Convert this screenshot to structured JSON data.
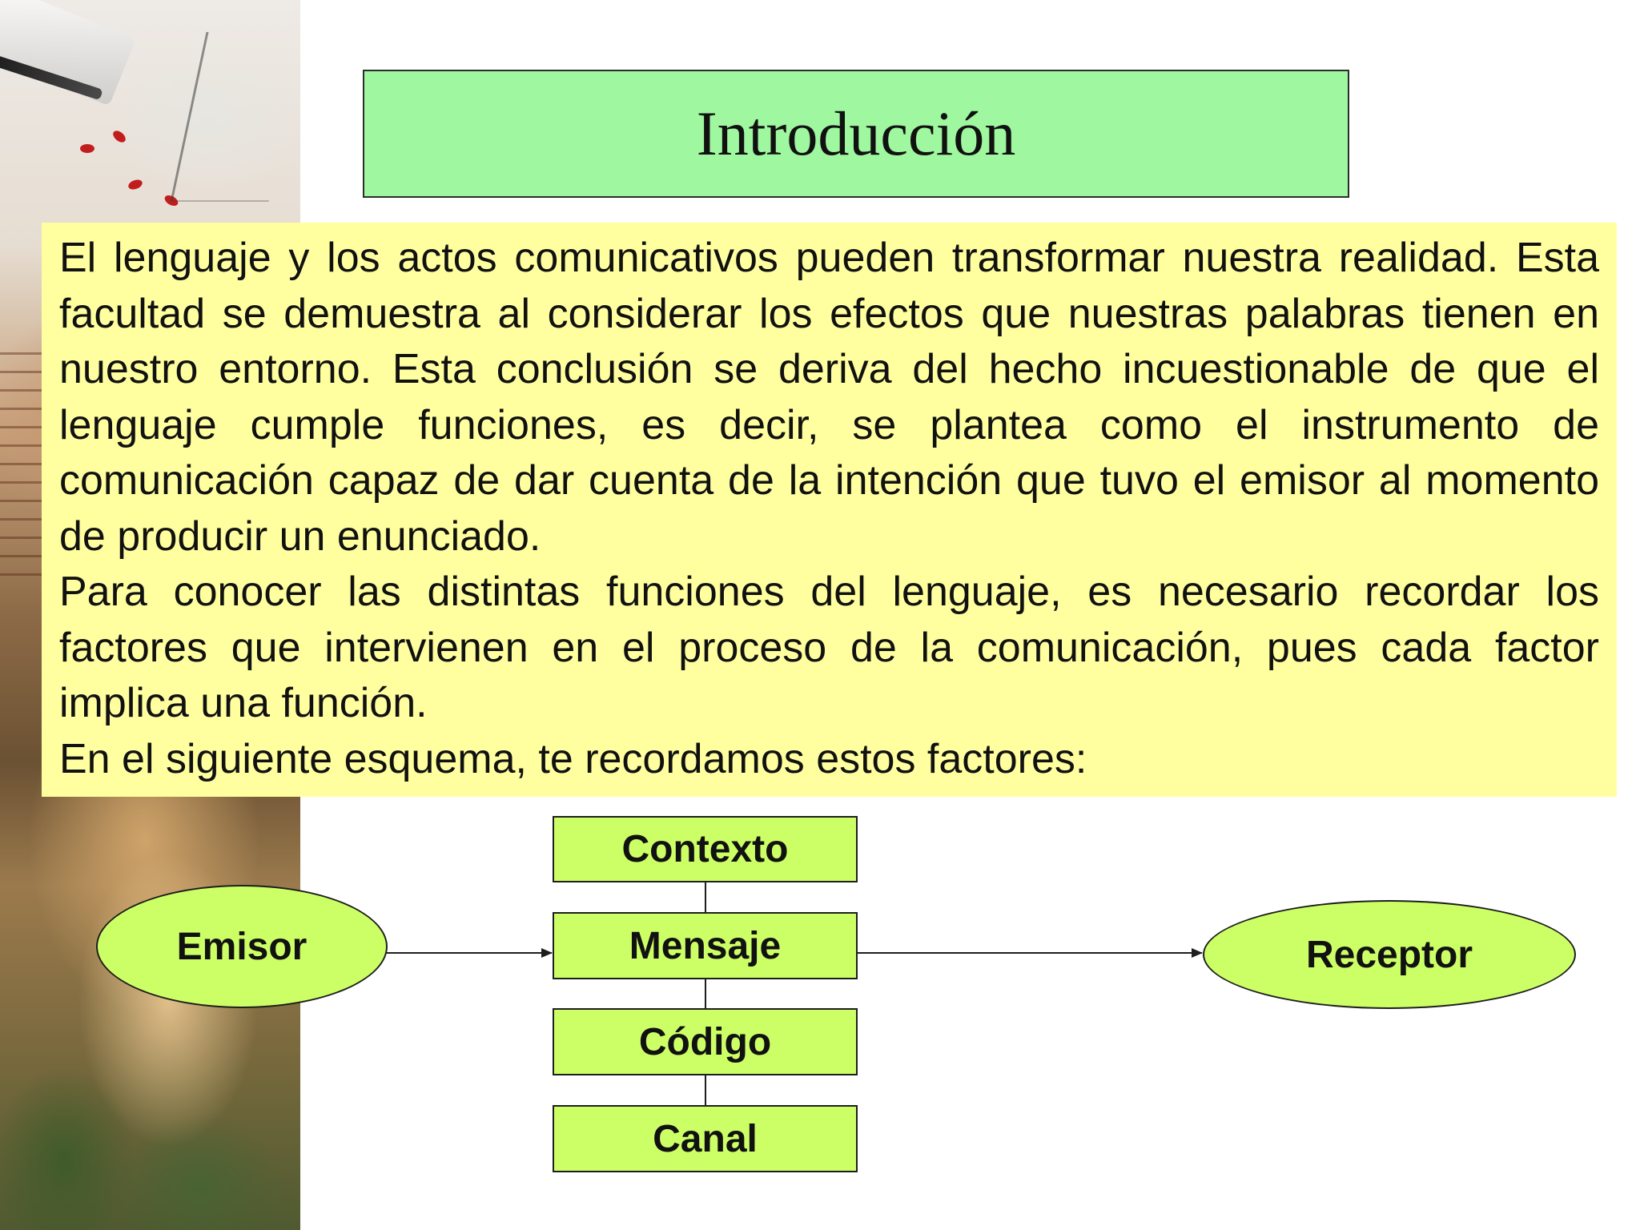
{
  "slide": {
    "title": "Introducción",
    "paragraphs": [
      "El lenguaje y los actos comunicativos pueden transformar nuestra realidad. Esta facultad se demuestra al considerar los efectos que nuestras palabras tienen en nuestro entorno. Esta conclusión se deriva del hecho incuestionable de que el lenguaje cumple funciones, es decir, se plantea como el instrumento de comunicación capaz de dar cuenta de la intención que tuvo el emisor al momento de producir un enunciado.",
      "Para conocer las distintas funciones del lenguaje, es  necesario recordar los factores que intervienen en el proceso de la comunicación, pues cada factor implica una función.",
      "En el siguiente esquema, te recordamos estos factores:"
    ]
  },
  "diagram": {
    "sender": "Emisor",
    "receiver": "Receptor",
    "factors": {
      "context": "Contexto",
      "message": "Mensaje",
      "code": "Código",
      "channel": "Canal"
    }
  },
  "colors": {
    "title_fill": "#9ff79f",
    "text_fill": "#ffff9f",
    "node_fill": "#ccff66",
    "stroke": "#1e1e1e"
  }
}
